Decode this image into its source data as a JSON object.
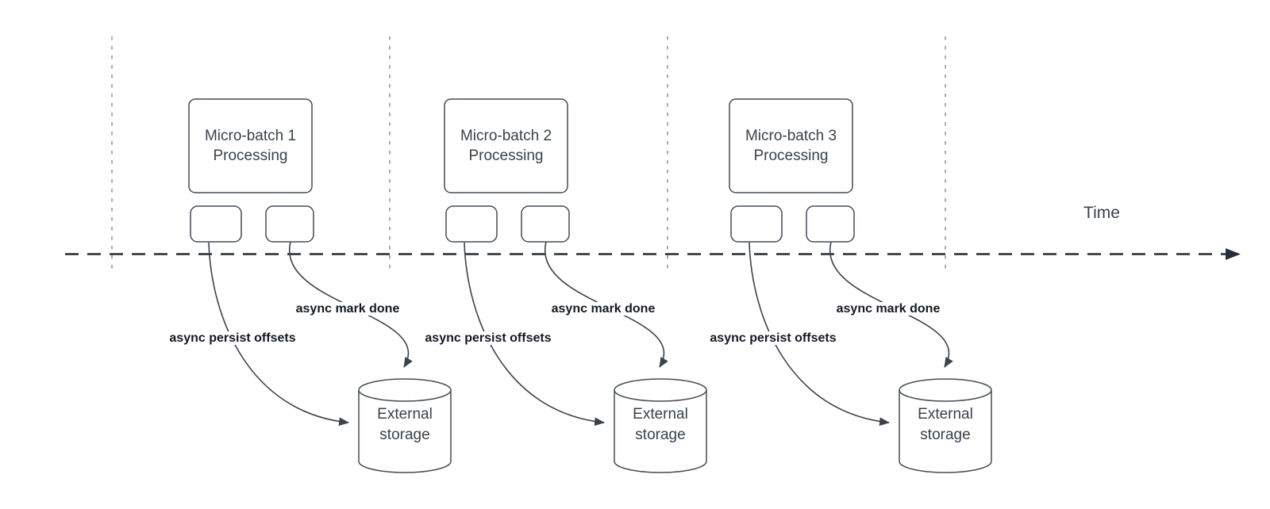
{
  "timeline": {
    "label": "Time"
  },
  "batches": [
    {
      "name": "Micro-batch 1\nProcessing",
      "persist_label": "async persist offsets",
      "done_label": "async mark done",
      "storage_label": "External\nstorage"
    },
    {
      "name": "Micro-batch 2\nProcessing",
      "persist_label": "async persist offsets",
      "done_label": "async mark done",
      "storage_label": "External\nstorage"
    },
    {
      "name": "Micro-batch 3\nProcessing",
      "persist_label": "async persist offsets",
      "done_label": "async mark done",
      "storage_label": "External\nstorage"
    }
  ],
  "colors": {
    "background": "#ffffff",
    "shape_stroke": "#454c55",
    "connector_stroke": "#3b424c",
    "timeline_stroke": "#262b33",
    "guide_stroke": "#aaacb0",
    "shape_text": "#3a414b",
    "connector_label_text": "#141922"
  }
}
